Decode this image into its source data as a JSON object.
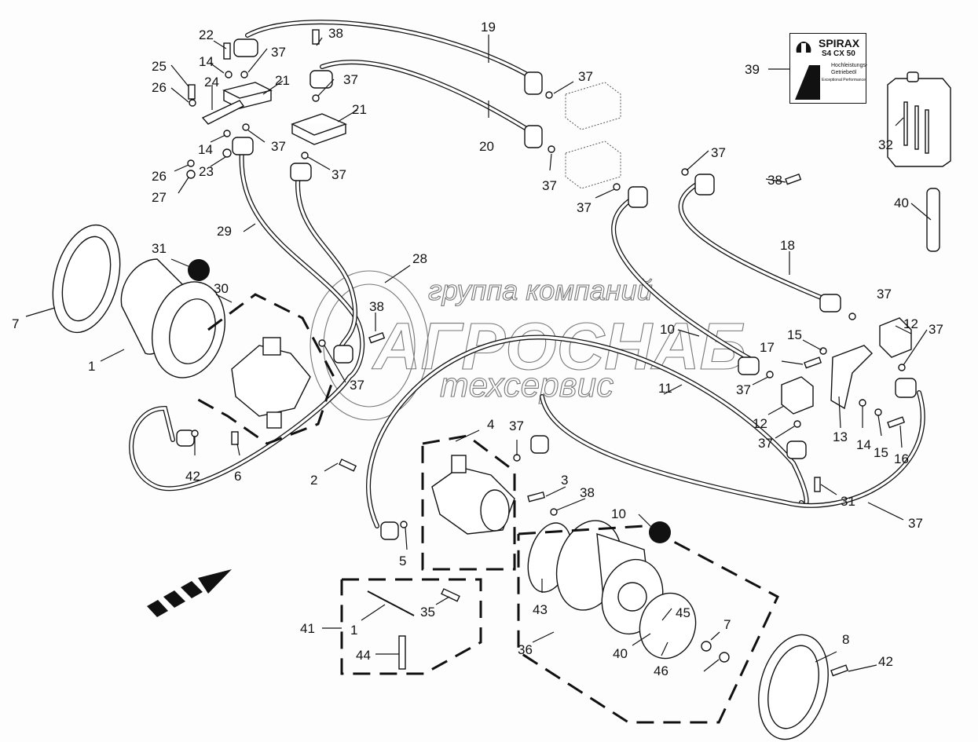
{
  "diagram": {
    "title": "Hydraulic drive assembly – exploded parts view",
    "watermark": {
      "line1": "группа компаний",
      "line2": "АГРОСНАБ",
      "line3": "техсервис"
    },
    "oil_can_label": {
      "brand": "SPIRAX",
      "grade": "S4 CX 50",
      "desc_line1": "Hochleistungs-",
      "desc_line2": "Getriebeöl",
      "desc_line3": "Exceptional Performance"
    },
    "callouts": [
      {
        "id": "c22",
        "text": "22"
      },
      {
        "id": "c38a",
        "text": "38"
      },
      {
        "id": "c19",
        "text": "19"
      },
      {
        "id": "c39",
        "text": "39"
      },
      {
        "id": "c25",
        "text": "25"
      },
      {
        "id": "c14a",
        "text": "14"
      },
      {
        "id": "c37a",
        "text": "37"
      },
      {
        "id": "c37b",
        "text": "37"
      },
      {
        "id": "c37c",
        "text": "37"
      },
      {
        "id": "c24",
        "text": "24"
      },
      {
        "id": "c21a",
        "text": "21"
      },
      {
        "id": "c26a",
        "text": "26"
      },
      {
        "id": "c21b",
        "text": "21"
      },
      {
        "id": "c14b",
        "text": "14"
      },
      {
        "id": "c37d",
        "text": "37"
      },
      {
        "id": "c20",
        "text": "20"
      },
      {
        "id": "c37e",
        "text": "37"
      },
      {
        "id": "c32",
        "text": "32"
      },
      {
        "id": "c26b",
        "text": "26"
      },
      {
        "id": "c23",
        "text": "23"
      },
      {
        "id": "c37f",
        "text": "37"
      },
      {
        "id": "c27",
        "text": "27"
      },
      {
        "id": "c37g",
        "text": "37"
      },
      {
        "id": "c37h",
        "text": "37"
      },
      {
        "id": "c38b",
        "text": "38"
      },
      {
        "id": "c40a",
        "text": "40"
      },
      {
        "id": "c29",
        "text": "29"
      },
      {
        "id": "c18",
        "text": "18"
      },
      {
        "id": "c31a",
        "text": "31"
      },
      {
        "id": "c28",
        "text": "28"
      },
      {
        "id": "c7a",
        "text": "7"
      },
      {
        "id": "c30",
        "text": "30"
      },
      {
        "id": "c38c",
        "text": "38"
      },
      {
        "id": "c37i",
        "text": "37"
      },
      {
        "id": "c12a",
        "text": "12"
      },
      {
        "id": "c1a",
        "text": "1"
      },
      {
        "id": "c10a",
        "text": "10"
      },
      {
        "id": "c15a",
        "text": "15"
      },
      {
        "id": "c17",
        "text": "17"
      },
      {
        "id": "c37j",
        "text": "37"
      },
      {
        "id": "c37k",
        "text": "37"
      },
      {
        "id": "c11",
        "text": "11"
      },
      {
        "id": "c12b",
        "text": "12"
      },
      {
        "id": "c13",
        "text": "13"
      },
      {
        "id": "c14c",
        "text": "14"
      },
      {
        "id": "c15b",
        "text": "15"
      },
      {
        "id": "c16",
        "text": "16"
      },
      {
        "id": "c37l",
        "text": "37"
      },
      {
        "id": "c4",
        "text": "4"
      },
      {
        "id": "c37m",
        "text": "37"
      },
      {
        "id": "c37n",
        "text": "37"
      },
      {
        "id": "c42a",
        "text": "42"
      },
      {
        "id": "c6",
        "text": "6"
      },
      {
        "id": "c2",
        "text": "2"
      },
      {
        "id": "c3",
        "text": "3"
      },
      {
        "id": "c38d",
        "text": "38"
      },
      {
        "id": "c31b",
        "text": "31"
      },
      {
        "id": "c10b",
        "text": "10"
      },
      {
        "id": "c37o",
        "text": "37"
      },
      {
        "id": "c5",
        "text": "5"
      },
      {
        "id": "c35",
        "text": "35"
      },
      {
        "id": "c43",
        "text": "43"
      },
      {
        "id": "c45",
        "text": "45"
      },
      {
        "id": "c7b",
        "text": "7"
      },
      {
        "id": "c8",
        "text": "8"
      },
      {
        "id": "c42b",
        "text": "42"
      },
      {
        "id": "c41",
        "text": "41"
      },
      {
        "id": "c1b",
        "text": "1"
      },
      {
        "id": "c36",
        "text": "36"
      },
      {
        "id": "c40b",
        "text": "40"
      },
      {
        "id": "c44",
        "text": "44"
      },
      {
        "id": "c46",
        "text": "46"
      }
    ]
  }
}
